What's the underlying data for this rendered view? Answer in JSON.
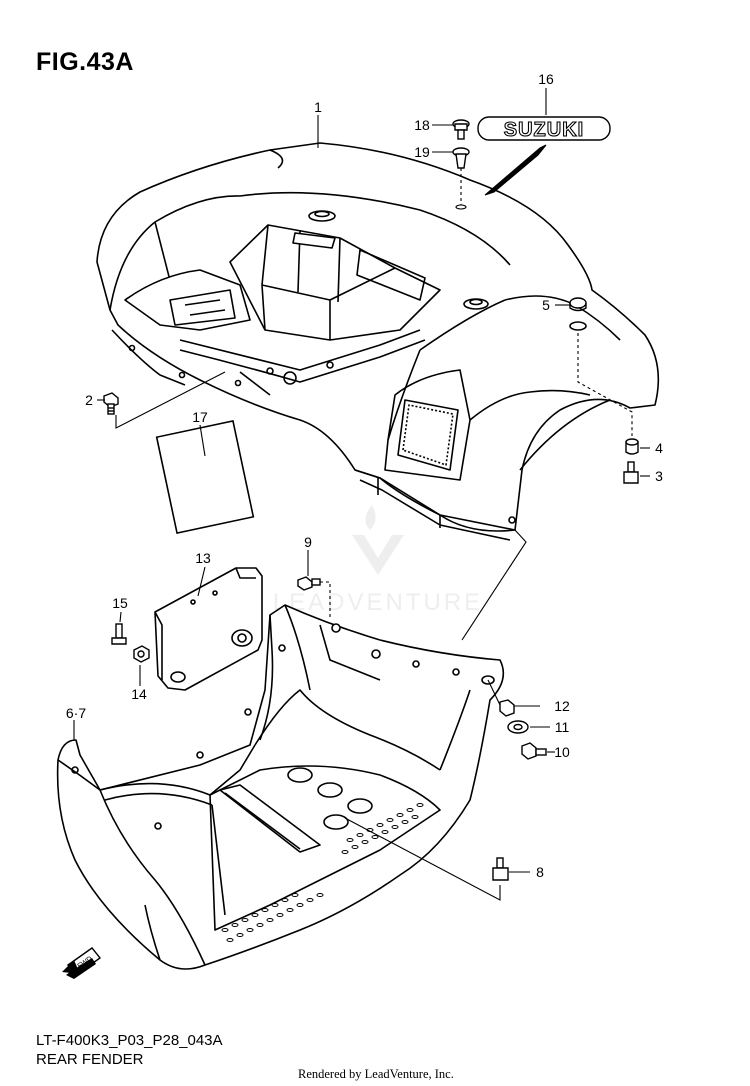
{
  "figure": {
    "title": "FIG.43A",
    "code": "LT-F400K3_P03_P28_043A",
    "caption": "REAR FENDER",
    "rendered_by": "Rendered by LeadVenture, Inc.",
    "watermark": "LEADVENTURE",
    "emblem_text": "SUZUKI",
    "fwd_label": "FWD"
  },
  "callouts": [
    "1",
    "2",
    "3",
    "4",
    "5",
    "6·7",
    "8",
    "9",
    "10",
    "11",
    "12",
    "13",
    "14",
    "15",
    "16",
    "17",
    "18",
    "19"
  ]
}
